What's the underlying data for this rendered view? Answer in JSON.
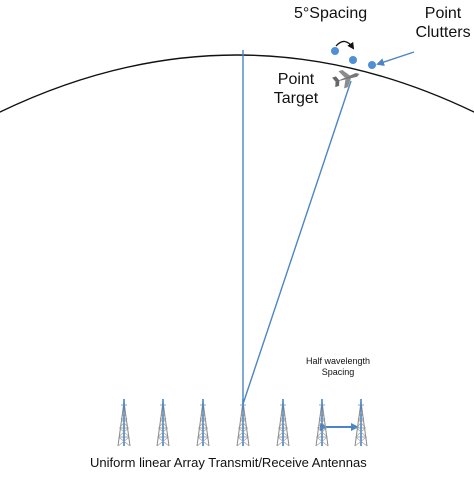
{
  "labels": {
    "spacing": "5°Spacing",
    "point_clutters": "Point Clutters",
    "point_target": "Point Target",
    "half_wavelength_spacing": "Half wavelength Spacing",
    "array_caption": "Uniform linear Array Transmit/Receive Antennas"
  },
  "array": {
    "element_count": 7,
    "element_spacing": "half wavelength"
  },
  "clutter": {
    "point_count": 3,
    "angular_spacing_deg": 5
  },
  "colors": {
    "line": "#4A86C5",
    "clutter_point": "#4F8FD8",
    "arc": "#111111",
    "tower": "#8A8A8A",
    "tower_core": "#3D86D6"
  },
  "icons": {
    "target": "aircraft-icon",
    "antenna": "antenna-tower-icon"
  }
}
